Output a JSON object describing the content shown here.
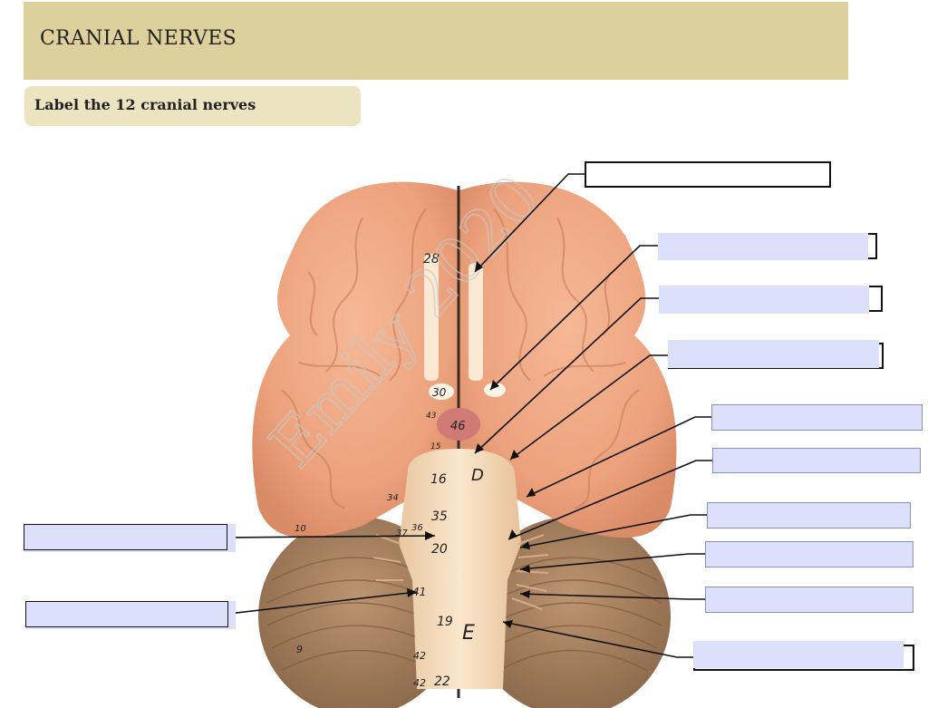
{
  "header": {
    "title": "CRANIAL NERVES"
  },
  "instruction": {
    "text": "Label the 12 cranial nerves"
  },
  "specimen_markings": {
    "n28": "28",
    "n30": "30",
    "n46": "46",
    "n43": "43",
    "n15": "15",
    "n16": "16",
    "nD": "D",
    "n34": "34",
    "n35": "35",
    "n36": "36",
    "n37": "37",
    "n20": "20",
    "n41": "41",
    "n19": "19",
    "nE": "E",
    "n42a": "42",
    "n42b": "42",
    "n22": "22",
    "n10": "10",
    "n9": "9"
  },
  "watermark": "Emily 2020",
  "label_boxes_count_right": 10,
  "label_boxes_count_left": 2
}
